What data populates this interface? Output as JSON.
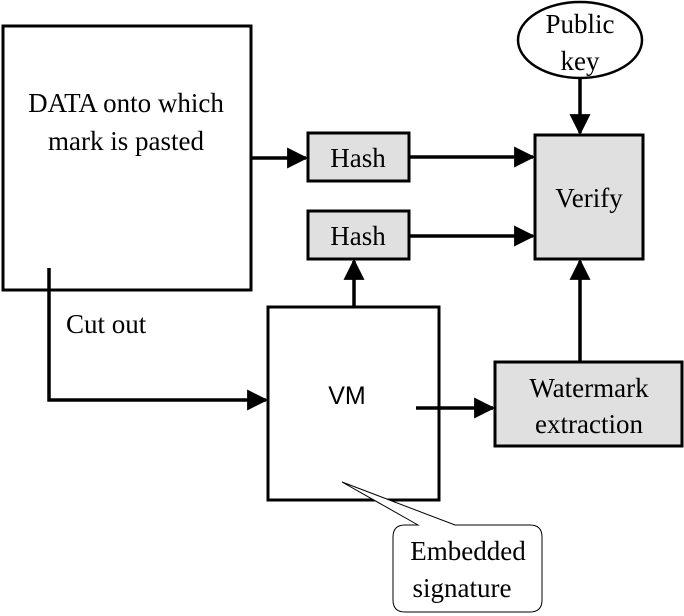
{
  "diagram": {
    "nodes": {
      "data": {
        "line1": "DATA onto which",
        "line2": "mark is pasted"
      },
      "hash_top": {
        "label": "Hash"
      },
      "hash_bottom": {
        "label": "Hash"
      },
      "verify": {
        "label": "Verify"
      },
      "public_key": {
        "line1": "Public",
        "line2": "key"
      },
      "vm": {
        "label": "VM"
      },
      "watermark": {
        "line1": "Watermark",
        "line2": "extraction"
      },
      "callout": {
        "line1": "Embedded",
        "line2": "signature"
      }
    },
    "edge_labels": {
      "cut_out": "Cut out"
    },
    "edges": [
      {
        "from": "data",
        "to": "hash_top"
      },
      {
        "from": "hash_top",
        "to": "verify"
      },
      {
        "from": "hash_bottom",
        "to": "verify"
      },
      {
        "from": "public_key",
        "to": "verify"
      },
      {
        "from": "data",
        "to": "vm",
        "label": "Cut out"
      },
      {
        "from": "vm",
        "to": "hash_bottom"
      },
      {
        "from": "vm",
        "to": "watermark"
      },
      {
        "from": "watermark",
        "to": "verify"
      }
    ],
    "colors": {
      "box_fill_gray": "#e0e0e0",
      "stroke": "#000000",
      "background": "#ffffff"
    }
  }
}
